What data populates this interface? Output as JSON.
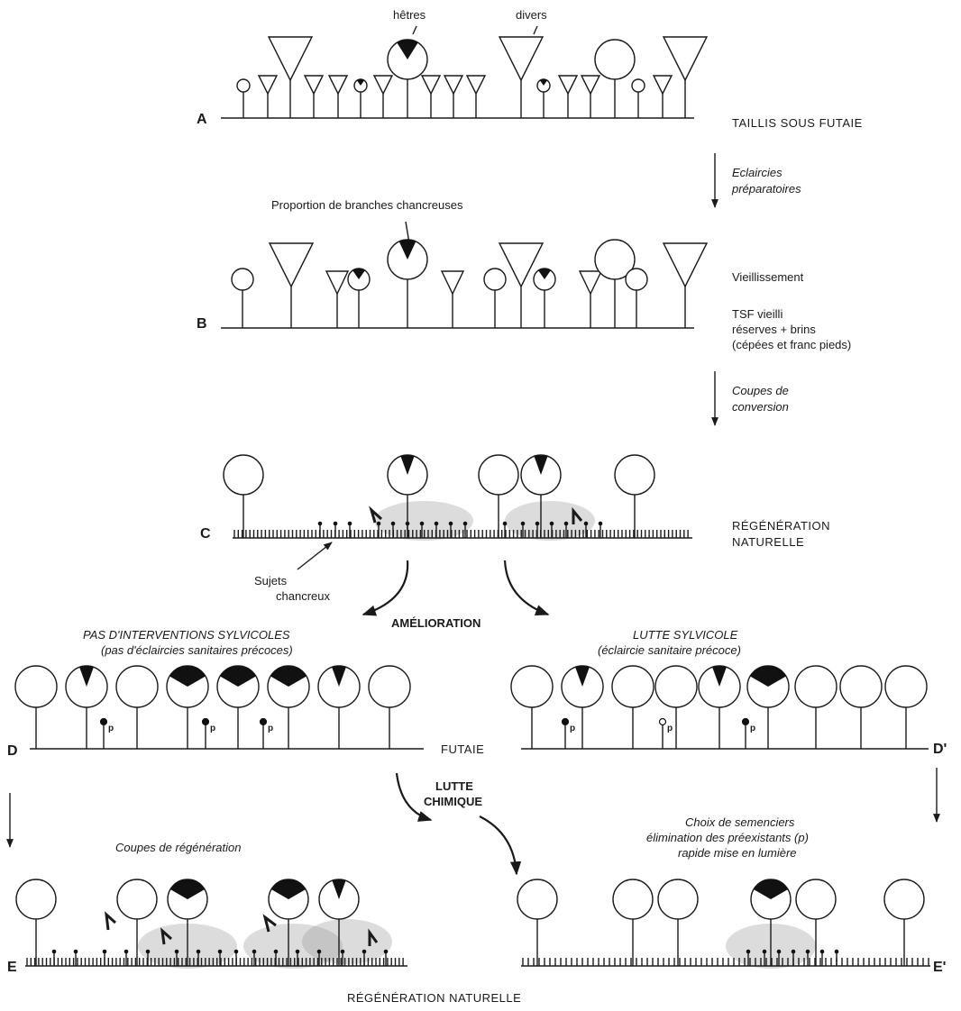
{
  "stages": {
    "A": "A",
    "B": "B",
    "C": "C",
    "D": "D",
    "D_prime": "D'",
    "E": "E",
    "E_prime": "E'"
  },
  "labels": {
    "hetres": "hêtres",
    "divers": "divers",
    "taillis": "TAILLIS SOUS FUTAIE",
    "eclaircies_1": "Eclaircies",
    "eclaircies_2": "préparatoires",
    "proportion": "Proportion de branches chancreuses",
    "vieillissement": "Vieillissement",
    "tsf_1": "TSF vieilli",
    "tsf_2": "réserves + brins",
    "tsf_3": "(cépées et franc pieds)",
    "coupes_conv_1": "Coupes de",
    "coupes_conv_2": "conversion",
    "regen_c_1": "RÉGÉNÉRATION",
    "regen_c_2": "NATURELLE",
    "sujets_1": "Sujets",
    "sujets_2": "chancreux",
    "amelioration": "AMÉLIORATION",
    "pas_interv_1": "PAS D'INTERVENTIONS SYLVICOLES",
    "pas_interv_2": "(pas d'éclaircies sanitaires précoces)",
    "lutte_sylv_1": "LUTTE SYLVICOLE",
    "lutte_sylv_2": "(éclaircie sanitaire précoce)",
    "futaie": "FUTAIE",
    "lutte_chim_1": "LUTTE",
    "lutte_chim_2": "CHIMIQUE",
    "coupes_regen": "Coupes de régénération",
    "choix_1": "Choix de semenciers",
    "choix_2": "élimination des préexistants (p)",
    "choix_3": "rapide mise en lumière",
    "regen_bottom": "RÉGÉNÉRATION NATURELLE",
    "p": "p"
  }
}
